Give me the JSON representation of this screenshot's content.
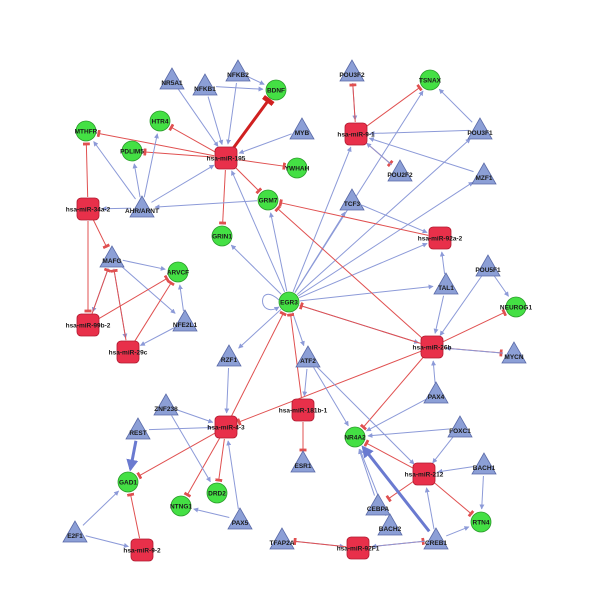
{
  "colors": {
    "mirna": "#e8304a",
    "mirna_stroke": "#b01a30",
    "gene_circle": "#44e044",
    "gene_circle_stroke": "#2a9a2a",
    "gene_triangle": "#8c9fd6",
    "gene_triangle_stroke": "#5a6aa8",
    "edge_activation": "#8c9ad8",
    "edge_inhibition": "#e05050"
  },
  "nodes": [
    {
      "id": "NR5A1",
      "label": "NR5A1",
      "shape": "triangle"
    },
    {
      "id": "NFKB1",
      "label": "NFKB1",
      "shape": "triangle"
    },
    {
      "id": "NFKB2",
      "label": "NFKB2",
      "shape": "triangle"
    },
    {
      "id": "BDNF",
      "label": "BDNF",
      "shape": "circle"
    },
    {
      "id": "HTR4",
      "label": "HTR4",
      "shape": "circle"
    },
    {
      "id": "MTHFR",
      "label": "MTHFR",
      "shape": "circle"
    },
    {
      "id": "PDLIM5",
      "label": "PDLIM5",
      "shape": "circle"
    },
    {
      "id": "MIR195",
      "label": "hsa-miR-195",
      "shape": "square"
    },
    {
      "id": "MYB",
      "label": "MYB",
      "shape": "triangle"
    },
    {
      "id": "YWHAH",
      "label": "YWHAH",
      "shape": "circle"
    },
    {
      "id": "MIR342",
      "label": "hsa-miR-34a-2",
      "shape": "square"
    },
    {
      "id": "AHRARNT",
      "label": "AHR/ARNT",
      "shape": "triangle"
    },
    {
      "id": "GRM7",
      "label": "GRM7",
      "shape": "circle"
    },
    {
      "id": "GRIN1",
      "label": "GRIN1",
      "shape": "circle"
    },
    {
      "id": "POU3F2",
      "label": "POU3F2",
      "shape": "triangle"
    },
    {
      "id": "TSNAX",
      "label": "TSNAX",
      "shape": "circle"
    },
    {
      "id": "MIR91",
      "label": "hsa-miR-9-1",
      "shape": "square"
    },
    {
      "id": "POU3F1",
      "label": "POU3F1",
      "shape": "triangle"
    },
    {
      "id": "POU2F2",
      "label": "POU2F2",
      "shape": "triangle"
    },
    {
      "id": "MZF1",
      "label": "MZF1",
      "shape": "triangle"
    },
    {
      "id": "TCF3",
      "label": "TCF3",
      "shape": "triangle"
    },
    {
      "id": "MIR92A",
      "label": "hsa-miR-92a-2",
      "shape": "square"
    },
    {
      "id": "POU5F1",
      "label": "POU5F1",
      "shape": "triangle"
    },
    {
      "id": "TAL1",
      "label": "TAL1",
      "shape": "triangle"
    },
    {
      "id": "NEUROG1",
      "label": "NEUROG1",
      "shape": "circle"
    },
    {
      "id": "MAFG",
      "label": "MAFG",
      "shape": "triangle"
    },
    {
      "id": "ARVCF",
      "label": "ARVCF",
      "shape": "circle"
    },
    {
      "id": "MIR99B",
      "label": "hsa-miR-99b-2",
      "shape": "square"
    },
    {
      "id": "NFE2L1",
      "label": "NFE2L1",
      "shape": "triangle"
    },
    {
      "id": "MIR29C",
      "label": "hsa-miR-29c",
      "shape": "square"
    },
    {
      "id": "EGR3",
      "label": "EGR3",
      "shape": "circle"
    },
    {
      "id": "MIR26B",
      "label": "hsa-miR-26b",
      "shape": "square"
    },
    {
      "id": "MYCN",
      "label": "MYCN",
      "shape": "triangle"
    },
    {
      "id": "RZF1",
      "label": "RZF1",
      "shape": "triangle"
    },
    {
      "id": "ATF2",
      "label": "ATF2",
      "shape": "triangle"
    },
    {
      "id": "PAX4",
      "label": "PAX4",
      "shape": "triangle"
    },
    {
      "id": "ZNF238",
      "label": "ZNF238",
      "shape": "triangle"
    },
    {
      "id": "MIR43",
      "label": "hsa-miR-4-3",
      "shape": "square"
    },
    {
      "id": "MIR181B",
      "label": "hsa-miR-181b-1",
      "shape": "square"
    },
    {
      "id": "REST",
      "label": "REST",
      "shape": "triangle"
    },
    {
      "id": "NR4A2",
      "label": "NR4A2",
      "shape": "circle"
    },
    {
      "id": "FOXC1",
      "label": "FOXC1",
      "shape": "triangle"
    },
    {
      "id": "BACH1",
      "label": "BACH1",
      "shape": "triangle"
    },
    {
      "id": "ESR1",
      "label": "ESR1",
      "shape": "triangle"
    },
    {
      "id": "MIR212",
      "label": "hsa-miR-212",
      "shape": "square"
    },
    {
      "id": "GAD1",
      "label": "GAD1",
      "shape": "circle"
    },
    {
      "id": "NTNG1",
      "label": "NTNG1",
      "shape": "circle"
    },
    {
      "id": "DRD2",
      "label": "DRD2",
      "shape": "circle"
    },
    {
      "id": "PAX5",
      "label": "PAX5",
      "shape": "triangle"
    },
    {
      "id": "CEBPA",
      "label": "CEBPA",
      "shape": "triangle"
    },
    {
      "id": "BACH2",
      "label": "BACH2",
      "shape": "triangle"
    },
    {
      "id": "RTN4",
      "label": "RTN4",
      "shape": "circle"
    },
    {
      "id": "E2F1",
      "label": "E2F1",
      "shape": "triangle"
    },
    {
      "id": "MIR92",
      "label": "hsa-miR-9-2",
      "shape": "square"
    },
    {
      "id": "TFAP2A",
      "label": "TFAP2A",
      "shape": "triangle"
    },
    {
      "id": "MIR92F1",
      "label": "hsa-miR-92F1",
      "shape": "square"
    },
    {
      "id": "CREB1",
      "label": "CREB1",
      "shape": "triangle"
    }
  ],
  "edges": [
    [
      "MIR195",
      "BDNF",
      "inhibition",
      "thick"
    ],
    [
      "MIR195",
      "HTR4",
      "inhibition"
    ],
    [
      "MIR195",
      "PDLIM5",
      "inhibition"
    ],
    [
      "MIR195",
      "YWHAH",
      "inhibition"
    ],
    [
      "MIR195",
      "GRIN1",
      "inhibition"
    ],
    [
      "MIR195",
      "GRM7",
      "inhibition"
    ],
    [
      "MIR195",
      "MTHFR",
      "inhibition"
    ],
    [
      "NR5A1",
      "MIR195",
      "activation"
    ],
    [
      "NFKB1",
      "MIR195",
      "activation"
    ],
    [
      "NFKB2",
      "MIR195",
      "activation"
    ],
    [
      "NFKB2",
      "BDNF",
      "activation"
    ],
    [
      "NFKB1",
      "BDNF",
      "activation"
    ],
    [
      "MYB",
      "MIR195",
      "activation"
    ],
    [
      "AHRARNT",
      "MIR195",
      "activation"
    ],
    [
      "AHRARNT",
      "HTR4",
      "activation"
    ],
    [
      "AHRARNT",
      "MTHFR",
      "activation"
    ],
    [
      "AHRARNT",
      "PDLIM5",
      "activation"
    ],
    [
      "AHRARNT",
      "MIR342",
      "activation"
    ],
    [
      "MIR342",
      "MTHFR",
      "inhibition"
    ],
    [
      "MIR342",
      "MAFG",
      "inhibition"
    ],
    [
      "GRM7",
      "AHRARNT",
      "activation"
    ],
    [
      "POU3F2",
      "MIR91",
      "activation"
    ],
    [
      "MIR91",
      "TSNAX",
      "inhibition"
    ],
    [
      "MIR91",
      "POU2F2",
      "inhibition"
    ],
    [
      "MIR91",
      "POU3F2",
      "inhibition"
    ],
    [
      "POU3F1",
      "MIR91",
      "activation"
    ],
    [
      "POU3F1",
      "TSNAX",
      "activation"
    ],
    [
      "MZF1",
      "MIR91",
      "activation"
    ],
    [
      "POU2F2",
      "MIR91",
      "activation"
    ],
    [
      "EGR3",
      "GRM7",
      "activation"
    ],
    [
      "EGR3",
      "GRIN1",
      "activation"
    ],
    [
      "EGR3",
      "MIR195",
      "activation"
    ],
    [
      "EGR3",
      "MIR91",
      "activation"
    ],
    [
      "EGR3",
      "TSNAX",
      "activation"
    ],
    [
      "EGR3",
      "POU3F1",
      "activation"
    ],
    [
      "EGR3",
      "MZF1",
      "activation"
    ],
    [
      "EGR3",
      "TCF3",
      "activation"
    ],
    [
      "EGR3",
      "MIR92A",
      "activation"
    ],
    [
      "EGR3",
      "TAL1",
      "activation"
    ],
    [
      "EGR3",
      "MIR26B",
      "activation"
    ],
    [
      "EGR3",
      "RZF1",
      "activation"
    ],
    [
      "EGR3",
      "ATF2",
      "activation"
    ],
    [
      "EGR3",
      "EGR3",
      "activation"
    ],
    [
      "MIR92A",
      "GRM7",
      "inhibition"
    ],
    [
      "TCF3",
      "MIR92A",
      "activation"
    ],
    [
      "TAL1",
      "MIR92A",
      "activation"
    ],
    [
      "MIR26B",
      "GRM7",
      "inhibition"
    ],
    [
      "MIR26B",
      "EGR3",
      "inhibition"
    ],
    [
      "MIR26B",
      "NEUROG1",
      "inhibition"
    ],
    [
      "MIR26B",
      "MYCN",
      "inhibition"
    ],
    [
      "MIR26B",
      "NR4A2",
      "inhibition"
    ],
    [
      "MIR26B",
      "MIR43",
      "inhibition"
    ],
    [
      "POU5F1",
      "MIR26B",
      "activation"
    ],
    [
      "POU5F1",
      "NEUROG1",
      "activation"
    ],
    [
      "MYCN",
      "MIR26B",
      "activation"
    ],
    [
      "TAL1",
      "MIR26B",
      "activation"
    ],
    [
      "PAX4",
      "MIR26B",
      "activation"
    ],
    [
      "MAFG",
      "ARVCF",
      "activation"
    ],
    [
      "MAFG",
      "MIR99B",
      "activation"
    ],
    [
      "MAFG",
      "MIR29C",
      "activation"
    ],
    [
      "MAFG",
      "NFE2L1",
      "activation"
    ],
    [
      "MIR99B",
      "MAFG",
      "inhibition"
    ],
    [
      "MIR29C",
      "MAFG",
      "inhibition"
    ],
    [
      "MIR99B",
      "ARVCF",
      "inhibition"
    ],
    [
      "MIR29C",
      "ARVCF",
      "inhibition"
    ],
    [
      "NFE2L1",
      "MIR29C",
      "activation"
    ],
    [
      "NFE2L1",
      "ARVCF",
      "activation"
    ],
    [
      "MIR342",
      "MIR99B",
      "inhibition"
    ],
    [
      "MIR43",
      "EGR3",
      "inhibition"
    ],
    [
      "MIR43",
      "GAD1",
      "inhibition"
    ],
    [
      "MIR43",
      "NTNG1",
      "inhibition"
    ],
    [
      "MIR43",
      "DRD2",
      "inhibition"
    ],
    [
      "ZNF238",
      "MIR43",
      "activation"
    ],
    [
      "ZNF238",
      "DRD2",
      "activation"
    ],
    [
      "REST",
      "MIR43",
      "activation"
    ],
    [
      "REST",
      "GAD1",
      "activation",
      "thick"
    ],
    [
      "PAX5",
      "MIR43",
      "activation"
    ],
    [
      "PAX5",
      "NTNG1",
      "activation"
    ],
    [
      "RZF1",
      "MIR43",
      "activation"
    ],
    [
      "MIR181B",
      "EGR3",
      "inhibition"
    ],
    [
      "MIR181B",
      "ESR1",
      "inhibition"
    ],
    [
      "ATF2",
      "MIR181B",
      "activation"
    ],
    [
      "ATF2",
      "NR4A2",
      "activation"
    ],
    [
      "ATF2",
      "MIR212",
      "activation"
    ],
    [
      "PAX4",
      "NR4A2",
      "activation"
    ],
    [
      "FOXC1",
      "NR4A2",
      "activation"
    ],
    [
      "FOXC1",
      "MIR212",
      "activation"
    ],
    [
      "BACH1",
      "MIR212",
      "activation"
    ],
    [
      "BACH1",
      "RTN4",
      "activation"
    ],
    [
      "MIR212",
      "NR4A2",
      "inhibition"
    ],
    [
      "MIR212",
      "RTN4",
      "inhibition"
    ],
    [
      "MIR212",
      "CEBPA",
      "inhibition"
    ],
    [
      "CEBPA",
      "NR4A2",
      "activation"
    ],
    [
      "BACH2",
      "NR4A2",
      "activation"
    ],
    [
      "CREB1",
      "NR4A2",
      "activation",
      "thick"
    ],
    [
      "CREB1",
      "RTN4",
      "activation"
    ],
    [
      "CREB1",
      "MIR212",
      "activation"
    ],
    [
      "E2F1",
      "GAD1",
      "activation"
    ],
    [
      "E2F1",
      "MIR92",
      "activation"
    ],
    [
      "MIR92",
      "GAD1",
      "inhibition"
    ],
    [
      "TFAP2A",
      "MIR92F1",
      "activation"
    ],
    [
      "MIR92F1",
      "TFAP2A",
      "inhibition"
    ],
    [
      "MIR92F1",
      "CREB1",
      "inhibition"
    ],
    [
      "CREB1",
      "MIR92F1",
      "activation"
    ]
  ]
}
